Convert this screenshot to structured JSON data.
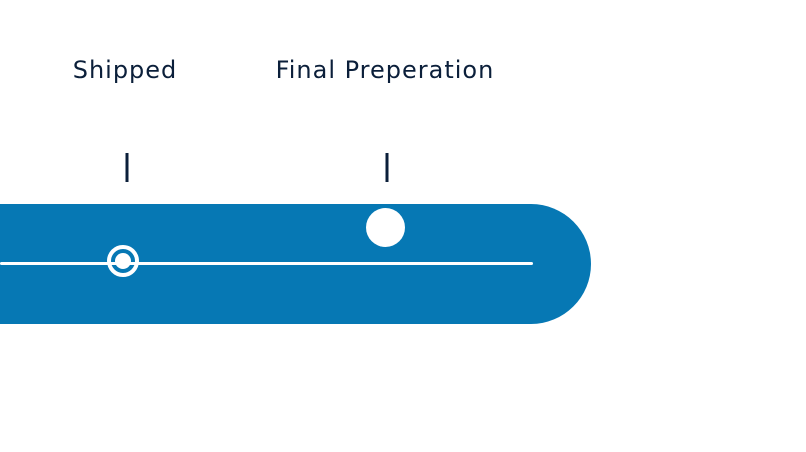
{
  "colors": {
    "track": "#0678b4",
    "label": "#0b1f3a",
    "marker": "#ffffff",
    "background": "#ffffff"
  },
  "timeline": {
    "steps": [
      {
        "label": "Shipped",
        "state": "reached"
      },
      {
        "label": "Final Preperation",
        "state": "current"
      }
    ]
  }
}
